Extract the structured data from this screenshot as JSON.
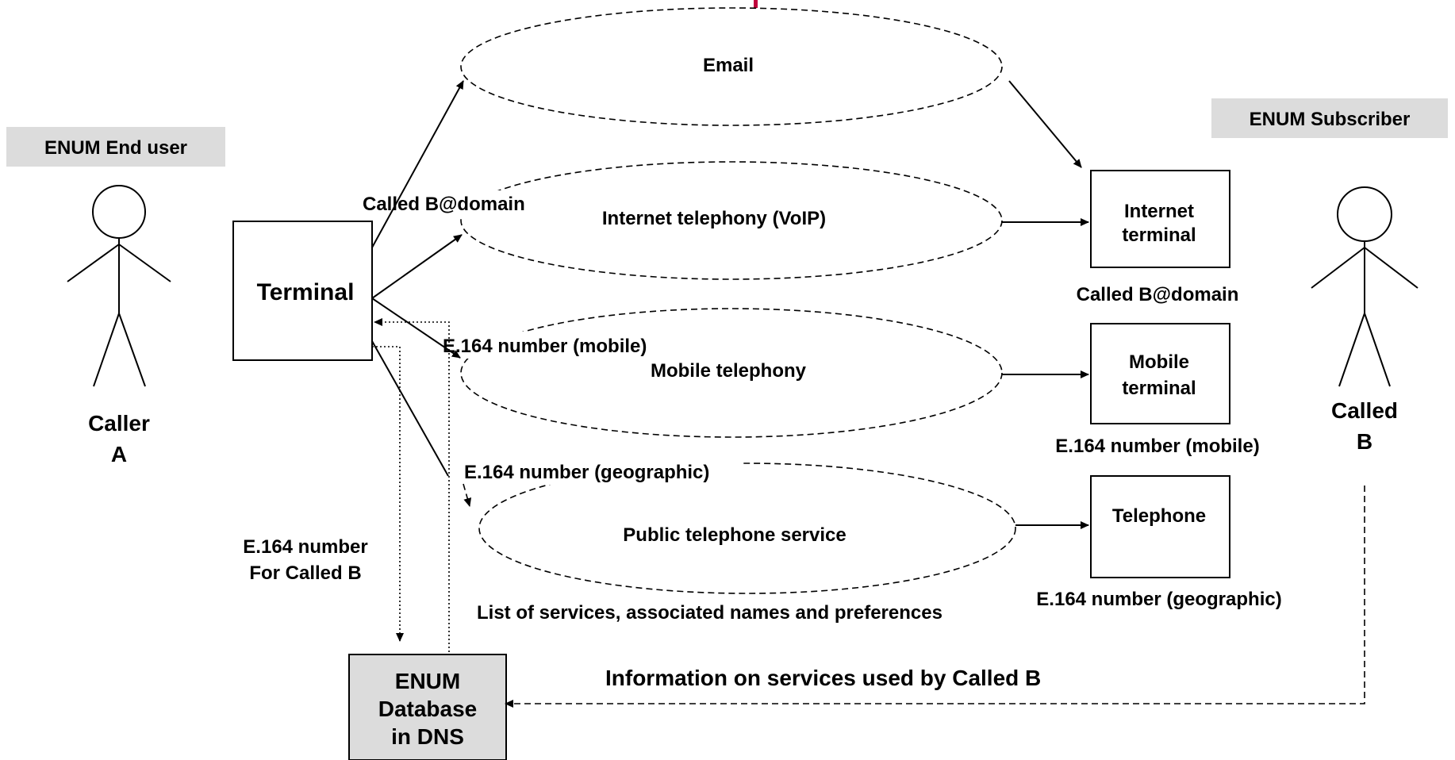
{
  "actors": {
    "end_user_title": "ENUM End user",
    "subscriber_title": "ENUM Subscriber",
    "caller_line1": "Caller",
    "caller_line2": "A",
    "called_line1": "Called",
    "called_line2": "B"
  },
  "terminal": {
    "label": "Terminal"
  },
  "services": {
    "email": "Email",
    "voip": "Internet telephony (VoIP)",
    "mobile": "Mobile telephony",
    "public": "Public telephone service"
  },
  "addresses": {
    "called_domain_left": "Called B@domain",
    "e164_mobile_left": "E.164 number (mobile)",
    "e164_geo_left": "E.164 number (geographic)",
    "e164_for_line1": "E.164 number",
    "e164_for_line2": "For Called B",
    "list_of_services": "List of services, associated names and preferences"
  },
  "endpoints": {
    "internet_terminal_line1": "Internet",
    "internet_terminal_line2": "terminal",
    "internet_terminal_address": "Called B@domain",
    "mobile_terminal_line1": "Mobile",
    "mobile_terminal_line2": "terminal",
    "mobile_terminal_address": "E.164 number (mobile)",
    "telephone": "Telephone",
    "telephone_address": "E.164 number (geographic)"
  },
  "database": {
    "line1": "ENUM",
    "line2": "Database",
    "line3": "in DNS",
    "fill_color": "#dcdcdc"
  },
  "info_flow": {
    "label": "Information on services used by Called B"
  },
  "colors": {
    "accent_mark": "#c0003c",
    "header_bg": "#dcdcdc"
  }
}
